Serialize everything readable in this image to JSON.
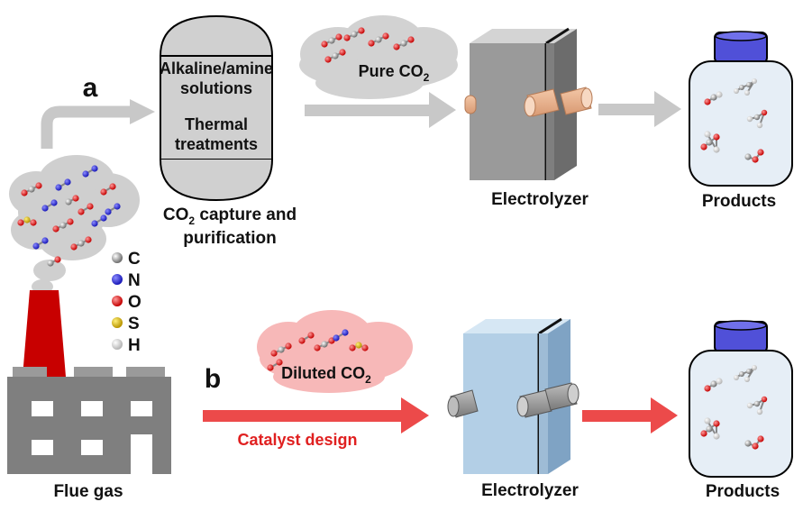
{
  "panels": {
    "a": "a",
    "b": "b"
  },
  "capture_box": {
    "line1": "Alkaline/amine",
    "line2": "solutions",
    "line3": "Thermal",
    "line4": "treatments",
    "caption_line1_pre": "CO",
    "caption_line1_sub": "2",
    "caption_line1_post": " capture and",
    "caption_line2": "purification"
  },
  "pure_cloud": {
    "text": "Pure CO",
    "sub": "2"
  },
  "diluted_cloud": {
    "text": "Diluted CO",
    "sub": "2"
  },
  "electrolyzer_a": "Electrolyzer",
  "electrolyzer_b": "Electrolyzer",
  "products_a": "Products",
  "products_b": "Products",
  "catalyst_design": "Catalyst design",
  "flue_gas": "Flue gas",
  "legend": [
    "C",
    "N",
    "O",
    "S",
    "H"
  ],
  "colors": {
    "carbon": "#8a8a8a",
    "nitrogen": "#2a2ad8",
    "oxygen": "#e02020",
    "sulfur": "#d8b400",
    "hydrogen": "#d8d8d8",
    "arrow_gray": "#c8c8c8",
    "arrow_red": "#ec4a4a",
    "chimney": "#c80000",
    "bottle_cap": "#5050d8"
  }
}
